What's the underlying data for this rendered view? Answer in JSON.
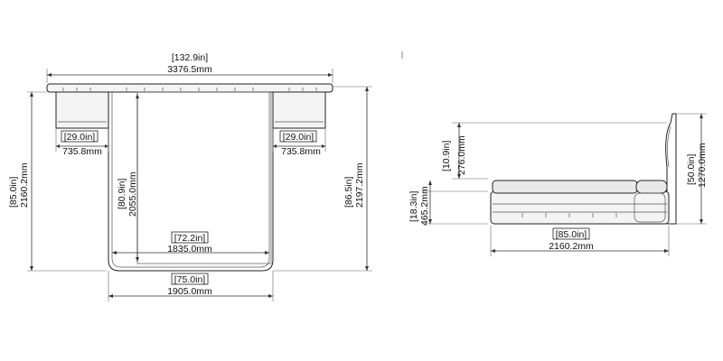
{
  "top_view": {
    "overall_width": {
      "imperial": "[132.9in]",
      "metric": "3376.5mm"
    },
    "nightstand_left": {
      "imperial": "[29.0in]",
      "metric": "735.8mm"
    },
    "nightstand_right": {
      "imperial": "[29.0in]",
      "metric": "735.8mm"
    },
    "bed_length": {
      "imperial": "[85.0in]",
      "metric": "2160.2mm"
    },
    "mattress_length": {
      "imperial": "[80.9in]",
      "metric": "2055.0mm"
    },
    "mattress_width": {
      "imperial": "[72.2in]",
      "metric": "1835.0mm"
    },
    "overall_length": {
      "imperial": "[86.5in]",
      "metric": "2197.2mm"
    },
    "bed_width": {
      "imperial": "[75.0in]",
      "metric": "1905.0mm"
    }
  },
  "side_view": {
    "headboard_top_height": {
      "imperial": "[10.9in]",
      "metric": "276.0mm"
    },
    "frame_height": {
      "imperial": "[18.3in]",
      "metric": "465.2mm"
    },
    "headboard_height": {
      "imperial": "[50.0in]",
      "metric": "1270.0mm"
    },
    "side_length": {
      "imperial": "[85.0in]",
      "metric": "2160.2mm"
    }
  }
}
